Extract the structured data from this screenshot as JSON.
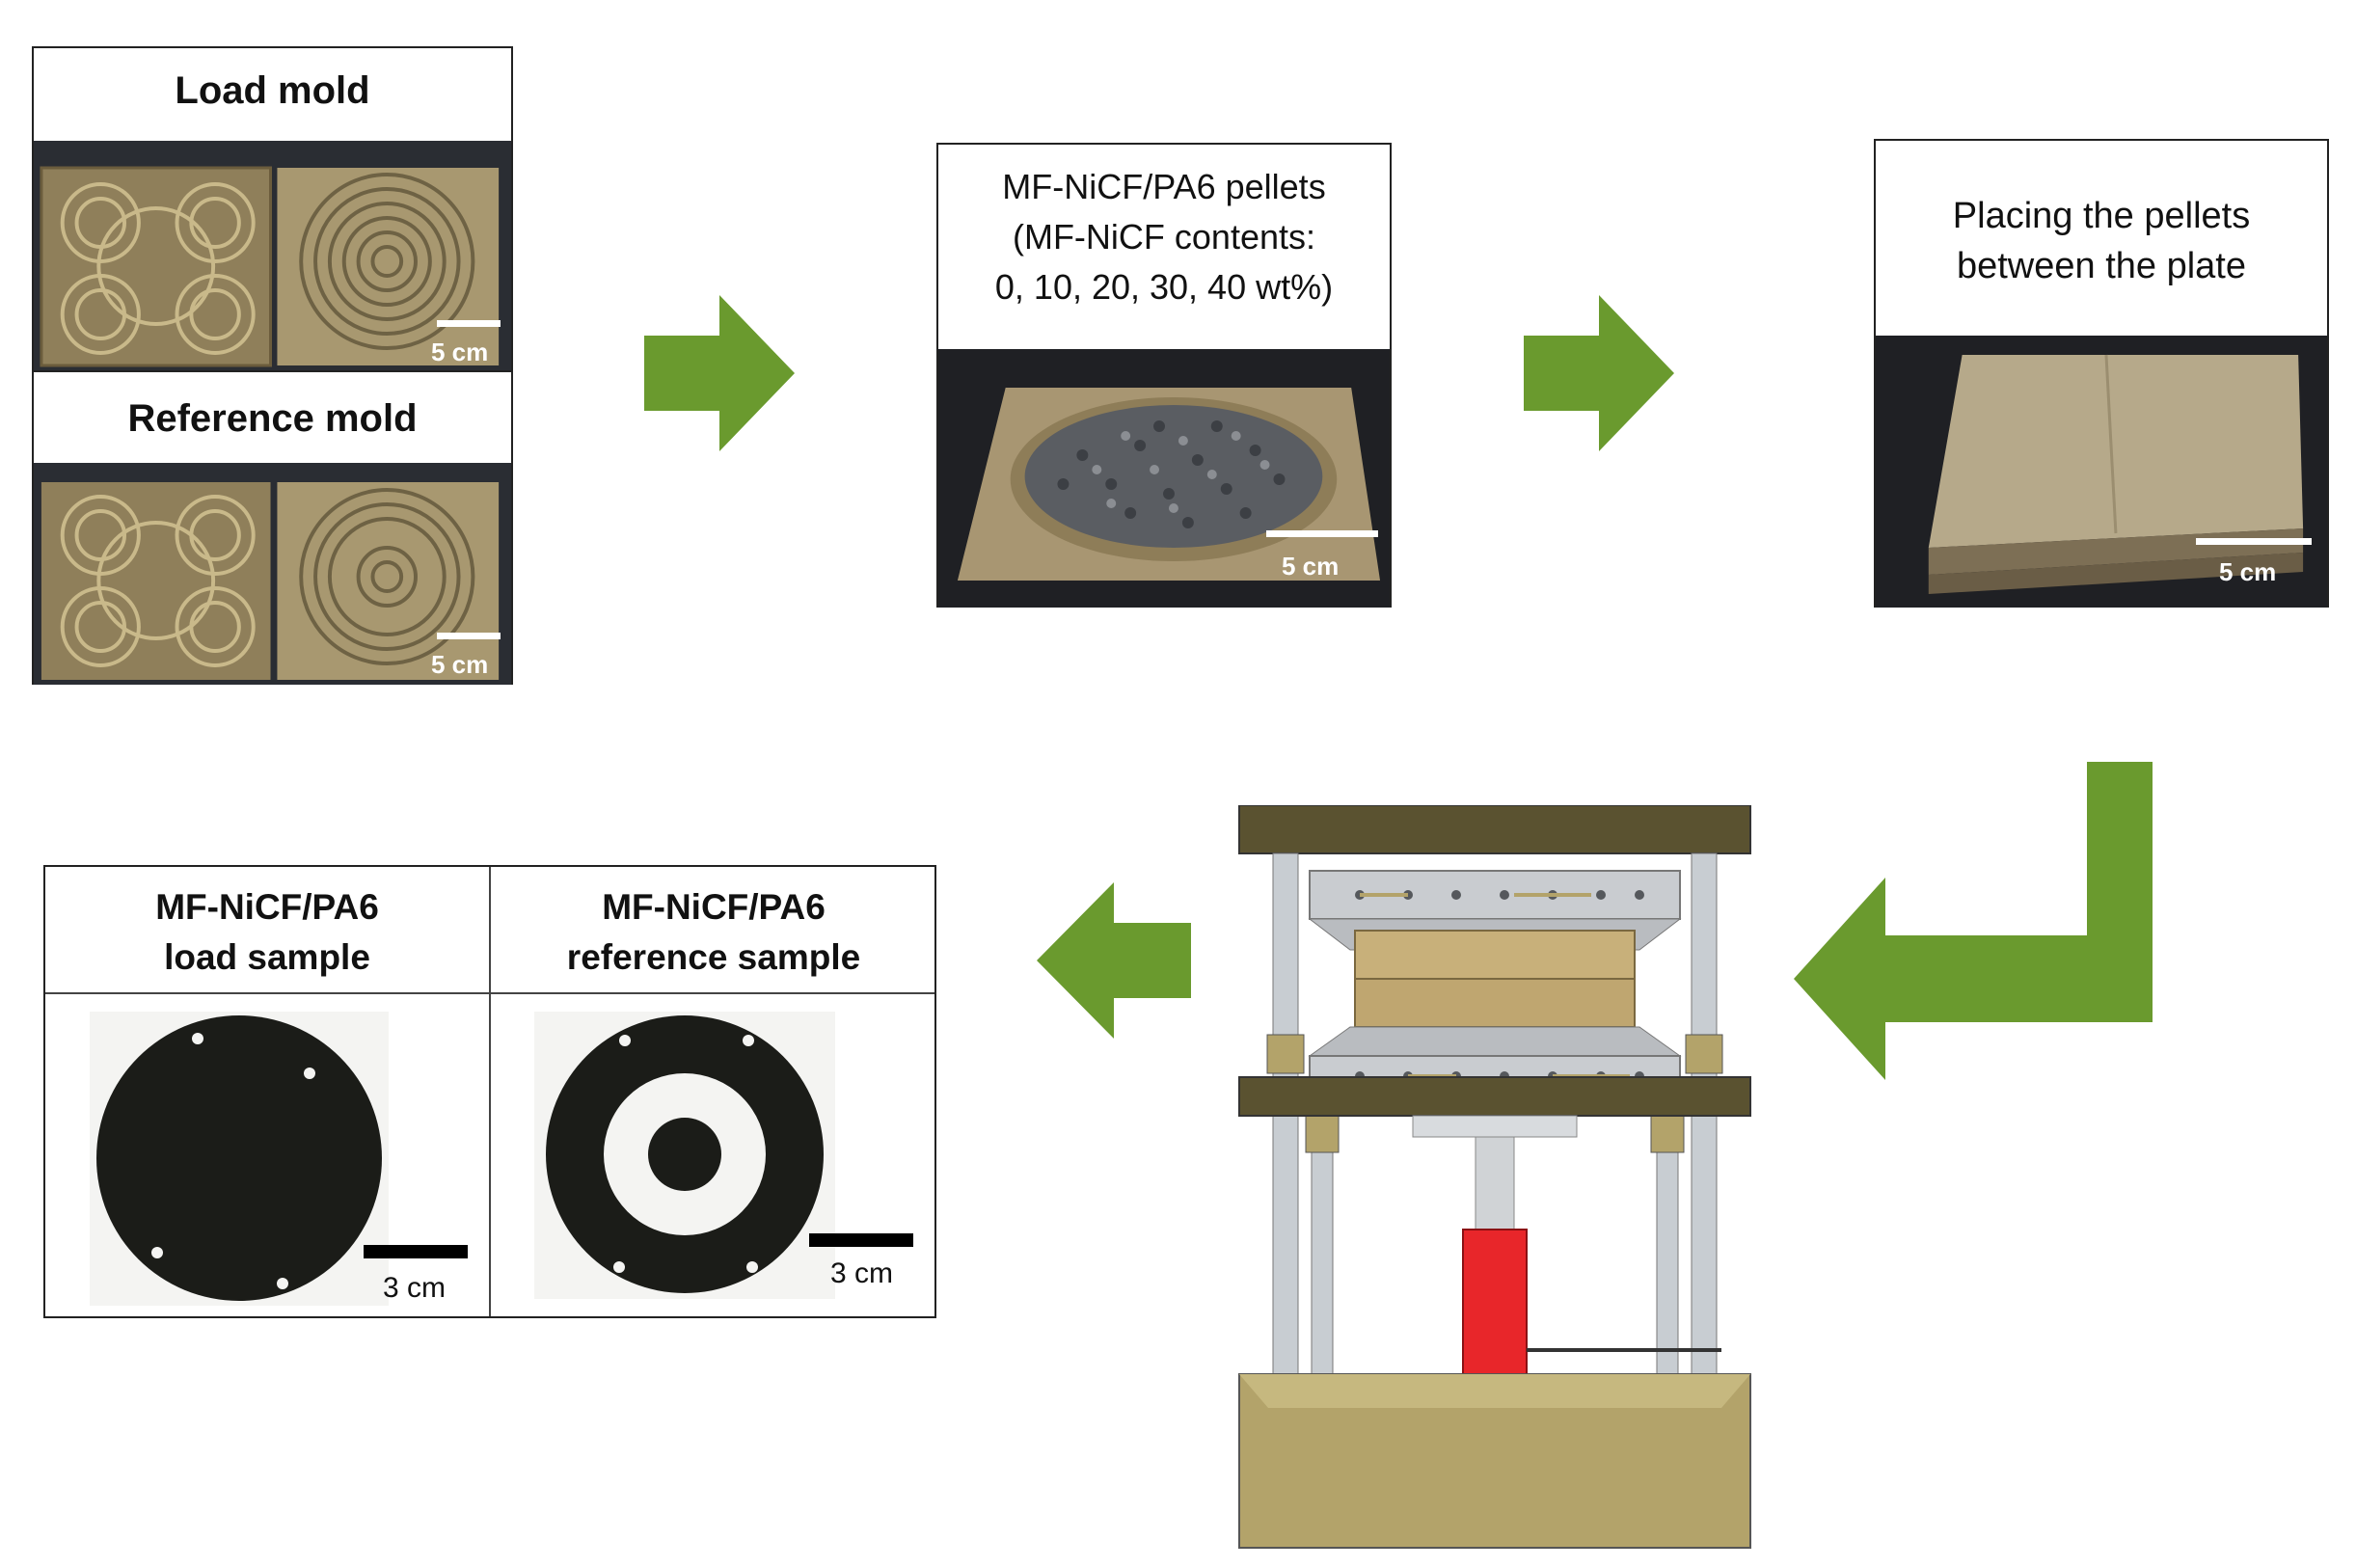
{
  "panels": {
    "molds": {
      "load_title": "Load mold",
      "reference_title": "Reference mold",
      "load_scale": "5 cm",
      "reference_scale": "5 cm"
    },
    "pellets": {
      "title_lines": [
        "MF-NiCF/PA6 pellets",
        "(MF-NiCF contents:",
        "0, 10, 20, 30, 40 wt%)"
      ],
      "scale": "5 cm"
    },
    "placing": {
      "title_lines": [
        "Placing the pellets",
        "between the plate"
      ],
      "scale": "5 cm"
    },
    "samples": {
      "load_title_lines": [
        "MF-NiCF/PA6",
        "load sample"
      ],
      "reference_title_lines": [
        "MF-NiCF/PA6",
        "reference sample"
      ],
      "load_scale": "3 cm",
      "reference_scale": "3 cm"
    }
  },
  "colors": {
    "arrow": "#6a9a2e",
    "frame": "#222222",
    "press_plate": "#5a5230",
    "press_base": "#b3a36a",
    "cylinder": "#e8262a"
  },
  "icons": [
    "right-arrow-icon",
    "left-arrow-icon",
    "down-left-return-arrow-icon",
    "hot-press-icon"
  ]
}
